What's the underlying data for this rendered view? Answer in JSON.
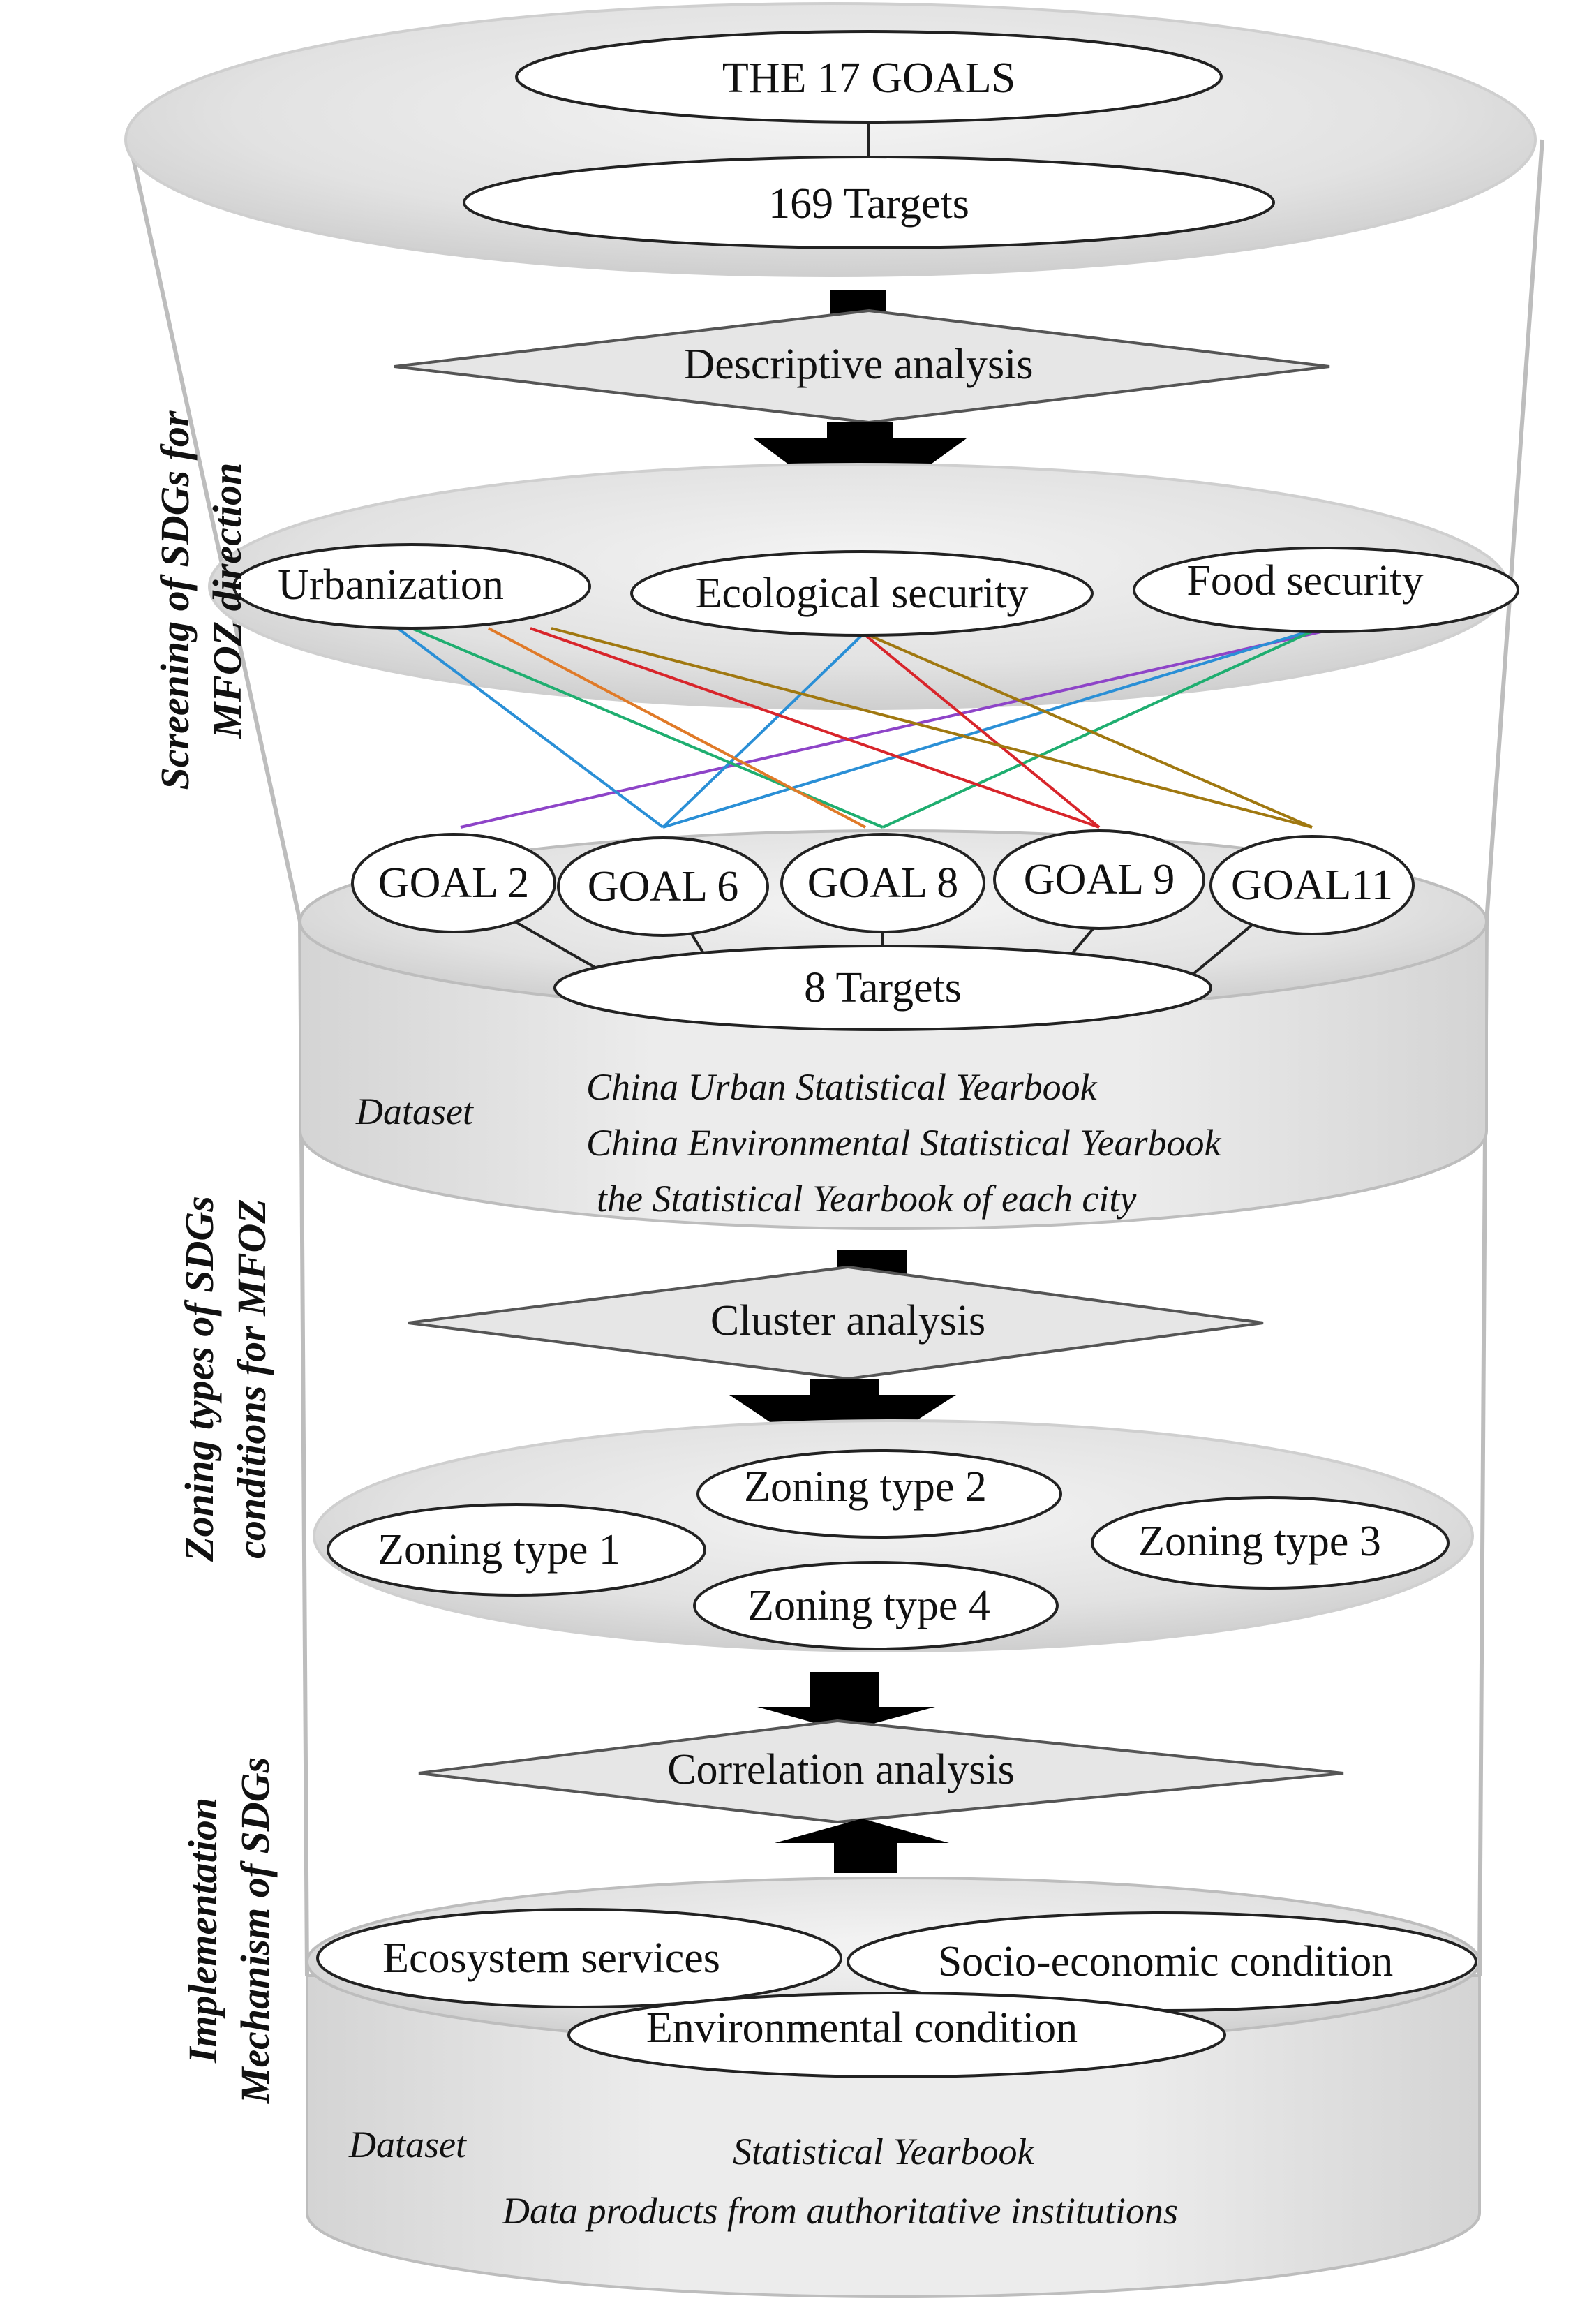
{
  "sections": [
    {
      "line1": "Screening of SDGs for",
      "line2": "MFOZ direction"
    },
    {
      "line1": "Zoning  types of SDGs",
      "line2": "conditions for MFOZ"
    },
    {
      "line1": "Implementation",
      "line2": "Mechanism of SDGs"
    }
  ],
  "top": {
    "goals_label": "THE 17 GOALS",
    "targets_label": "169 Targets"
  },
  "analyses": {
    "descriptive": "Descriptive analysis",
    "cluster": "Cluster analysis",
    "correlation": "Correlation analysis"
  },
  "directions": [
    "Urbanization",
    "Ecological  security",
    "Food security"
  ],
  "goals": [
    "GOAL 2",
    "GOAL 6",
    "GOAL 8",
    "GOAL 9",
    "GOAL11"
  ],
  "targets8_label": "8 Targets",
  "dataset1": {
    "label": "Dataset",
    "sources": [
      "China Urban Statistical Yearbook",
      "China Environmental Statistical Yearbook",
      "the Statistical Yearbook of each city"
    ]
  },
  "zoning_types": [
    "Zoning  type 1",
    "Zoning  type 2",
    "Zoning  type 3",
    "Zoning  type 4"
  ],
  "conditions": [
    "Ecosystem  services",
    "Socio-economic  condition",
    "Environmental  condition"
  ],
  "dataset2": {
    "label": "Dataset",
    "sources": [
      "Statistical Yearbook",
      "Data products from authoritative institutions"
    ]
  },
  "link_colors": {
    "purple": "#8e44c8",
    "blue": "#2a8fd6",
    "green": "#1fae70",
    "orange": "#e07a28",
    "red": "#d8252b",
    "olive": "#a07810"
  }
}
